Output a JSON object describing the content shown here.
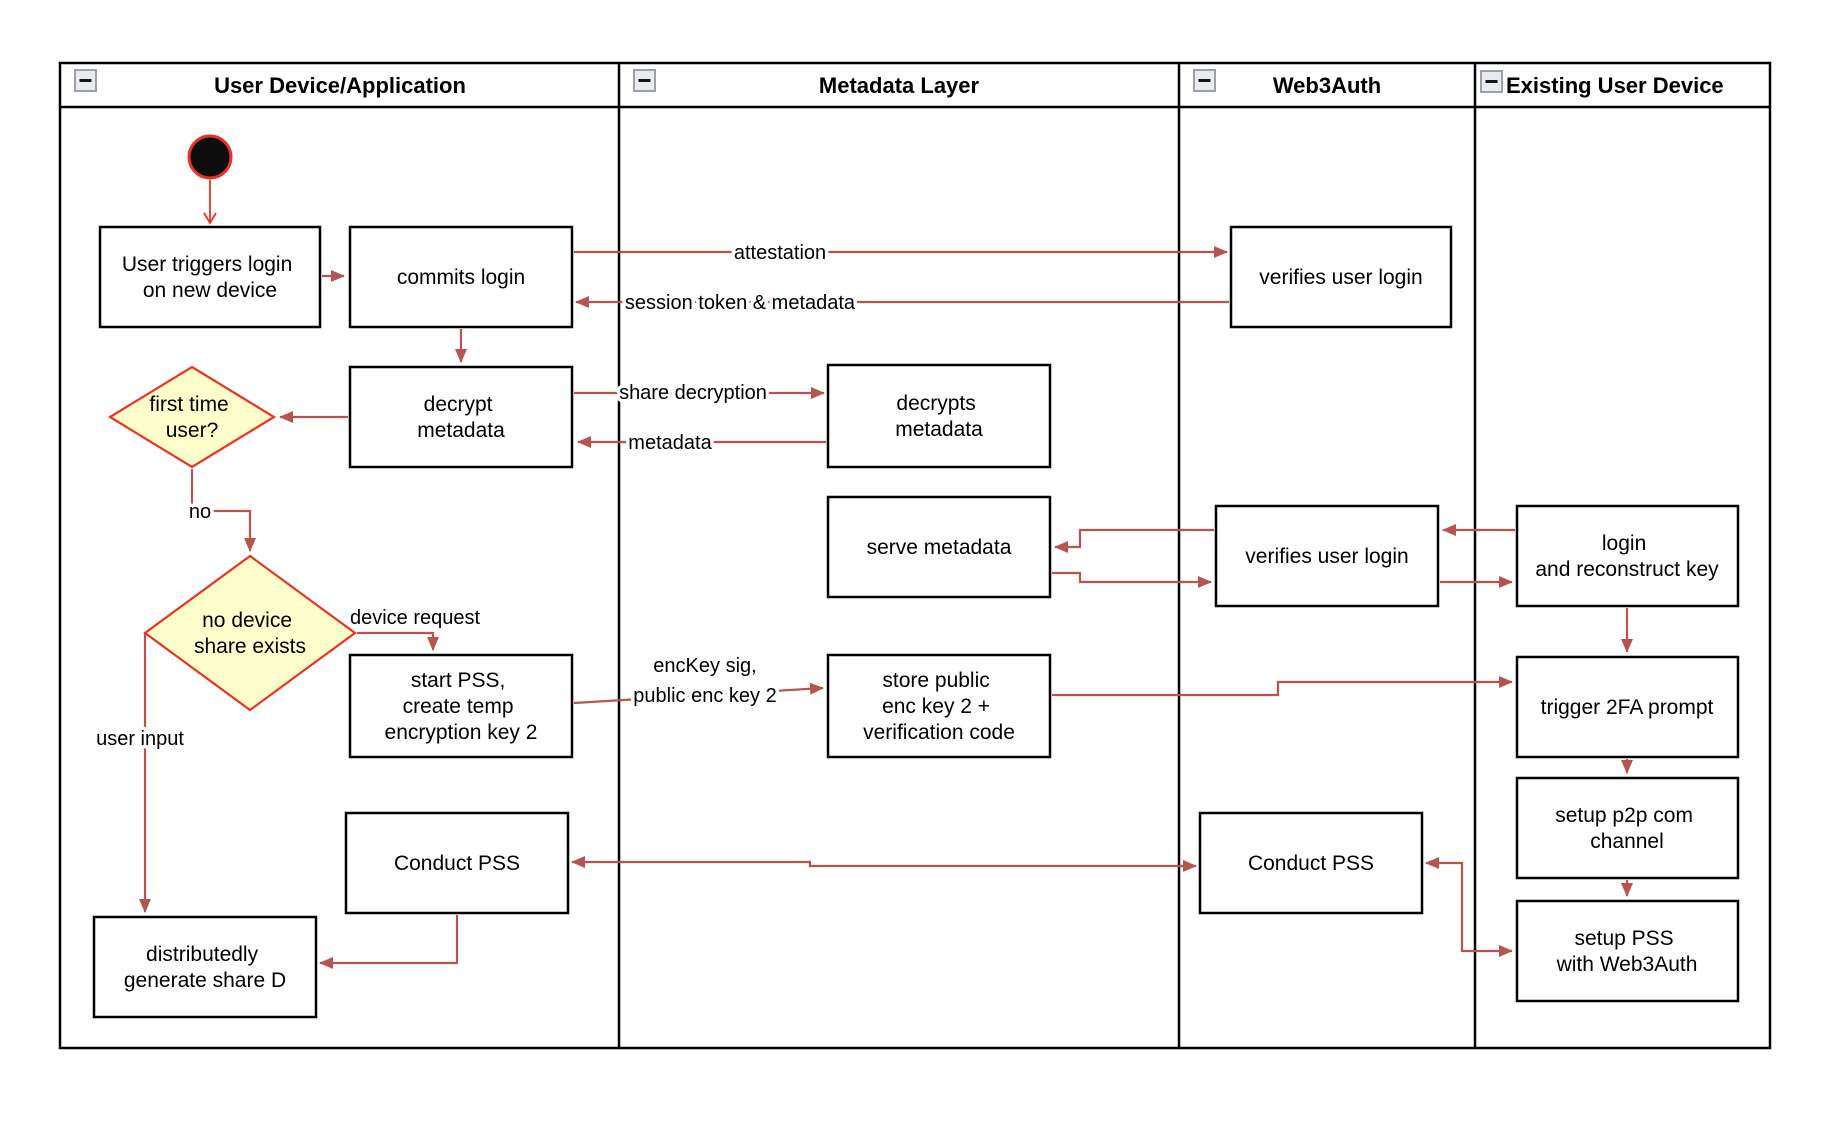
{
  "diagram": {
    "lanes": [
      {
        "label": "User Device/Application"
      },
      {
        "label": "Metadata Layer"
      },
      {
        "label": "Web3Auth"
      },
      {
        "label": "Existing User Device"
      }
    ],
    "nodes": {
      "user_triggers": {
        "lines": [
          "User triggers login",
          "on new device"
        ]
      },
      "commits_login": {
        "lines": [
          "commits login"
        ]
      },
      "decrypt_metadata": {
        "lines": [
          "decrypt",
          "metadata"
        ]
      },
      "first_time_user": {
        "lines": [
          "first time",
          "user?"
        ]
      },
      "no_device_share": {
        "lines": [
          "no device",
          "share exists"
        ]
      },
      "start_pss": {
        "lines": [
          "start PSS,",
          "create temp",
          "encryption key 2"
        ]
      },
      "conduct_pss_device": {
        "lines": [
          "Conduct PSS"
        ]
      },
      "generate_share_d": {
        "lines": [
          "distributedly",
          "generate share D"
        ]
      },
      "decrypts_metadata": {
        "lines": [
          "decrypts",
          "metadata"
        ]
      },
      "serve_metadata": {
        "lines": [
          "serve metadata"
        ]
      },
      "store_public": {
        "lines": [
          "store public",
          "enc key 2 +",
          "verification code"
        ]
      },
      "verifies_login_1": {
        "lines": [
          "verifies user login"
        ]
      },
      "verifies_login_2": {
        "lines": [
          "verifies user login"
        ]
      },
      "conduct_pss_web3auth": {
        "lines": [
          "Conduct PSS"
        ]
      },
      "login_reconstruct": {
        "lines": [
          "login",
          "and reconstruct key"
        ]
      },
      "trigger_2fa": {
        "lines": [
          "trigger 2FA prompt"
        ]
      },
      "setup_p2p": {
        "lines": [
          "setup p2p com",
          "channel"
        ]
      },
      "setup_pss": {
        "lines": [
          "setup PSS",
          "with Web3Auth"
        ]
      }
    },
    "edge_labels": {
      "attestation": "attestation",
      "session_token": "session token & metadata",
      "share_decryption": "share decryption",
      "metadata_return": "metadata",
      "no": "no",
      "device_request": "device request",
      "user_input": "user input",
      "enckey_sig": "encKey sig,",
      "public_enc_key": "public enc key 2"
    },
    "colors": {
      "edge": "#b85450",
      "accent_red": "#eb3223",
      "decision_fill": "#ffffcc",
      "node_stroke": "#000000",
      "icon_fill": "#e9ebee",
      "icon_border": "#9aa1ab"
    }
  }
}
